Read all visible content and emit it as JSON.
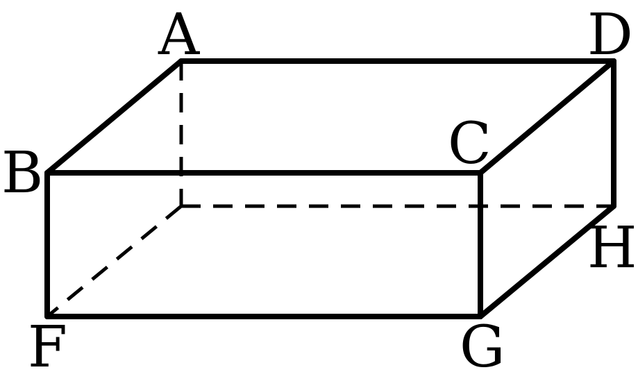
{
  "figure": {
    "type": "rectangular-prism",
    "line_color": "#000000",
    "background": "#ffffff",
    "vertices": {
      "A": "A",
      "B": "B",
      "C": "C",
      "D": "D",
      "E": "",
      "F": "F",
      "G": "G",
      "H": "H"
    },
    "visible_edges": [
      "AD",
      "AB",
      "BC",
      "CD",
      "BF",
      "FG",
      "CG",
      "DH",
      "GH"
    ],
    "hidden_edges": [
      "AE",
      "EF",
      "EH"
    ]
  }
}
